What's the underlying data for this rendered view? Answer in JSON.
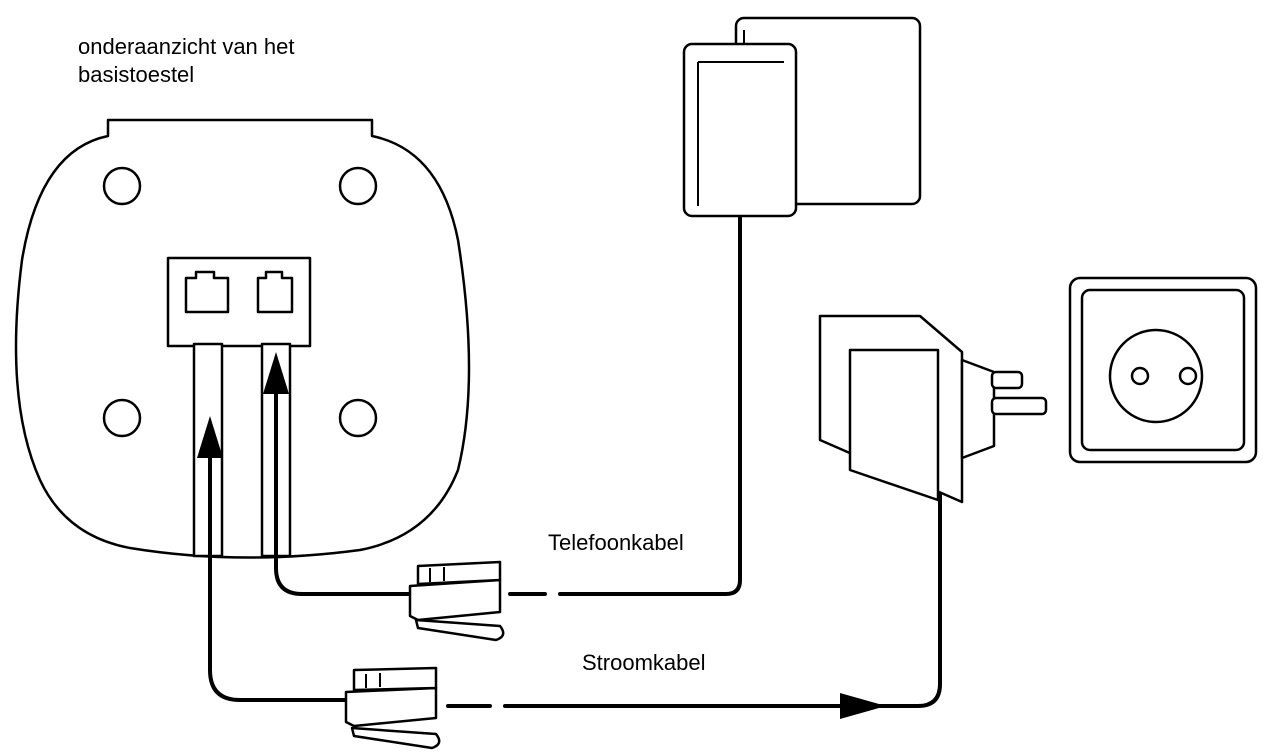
{
  "labels": {
    "base_caption_line1": "onderaanzicht van het",
    "base_caption_line2": "basistoestel",
    "phone_cable": "Telefoonkabel",
    "power_cable": "Stroomkabel"
  },
  "icons": {
    "base_station": "base-station-bottom-view",
    "phone_jack": "phone-wall-jack",
    "power_adapter": "power-adapter-plug",
    "wall_outlet": "wall-socket",
    "connector": "rj-modular-plug",
    "arrow": "arrow-head"
  },
  "colors": {
    "line": "#000000",
    "background": "#ffffff"
  }
}
